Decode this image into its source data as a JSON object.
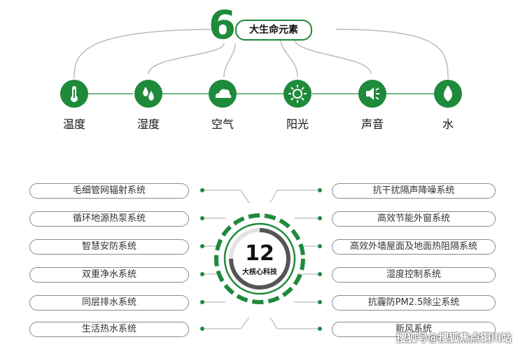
{
  "header": {
    "number": "6",
    "title": "大生命元素"
  },
  "elements": [
    {
      "label": "温度",
      "icon": "thermometer-icon"
    },
    {
      "label": "湿度",
      "icon": "droplets-icon"
    },
    {
      "label": "空气",
      "icon": "cloud-icon"
    },
    {
      "label": "阳光",
      "icon": "sun-icon"
    },
    {
      "label": "声音",
      "icon": "speaker-icon"
    },
    {
      "label": "水",
      "icon": "water-drop-icon"
    }
  ],
  "core": {
    "number": "12",
    "label": "大核心科技"
  },
  "left_systems": [
    "毛细管网辐射系统",
    "循环地源热泵系统",
    "智慧安防系统",
    "双重净水系统",
    "同层排水系统",
    "生活热水系统"
  ],
  "right_systems": [
    "抗干扰隔声降噪系统",
    "高效节能外窗系统",
    "高效外墙屋面及地面热阻隔系统",
    "湿度控制系统",
    "抗霾防PM2.5除尘系统",
    "新风系统"
  ],
  "watermark": "搜狐号@搜狐焦点铜川站",
  "colors": {
    "accent": "#1e8a3a",
    "pill_border": "#8a8a8a",
    "connector": "#bbbbbb"
  }
}
